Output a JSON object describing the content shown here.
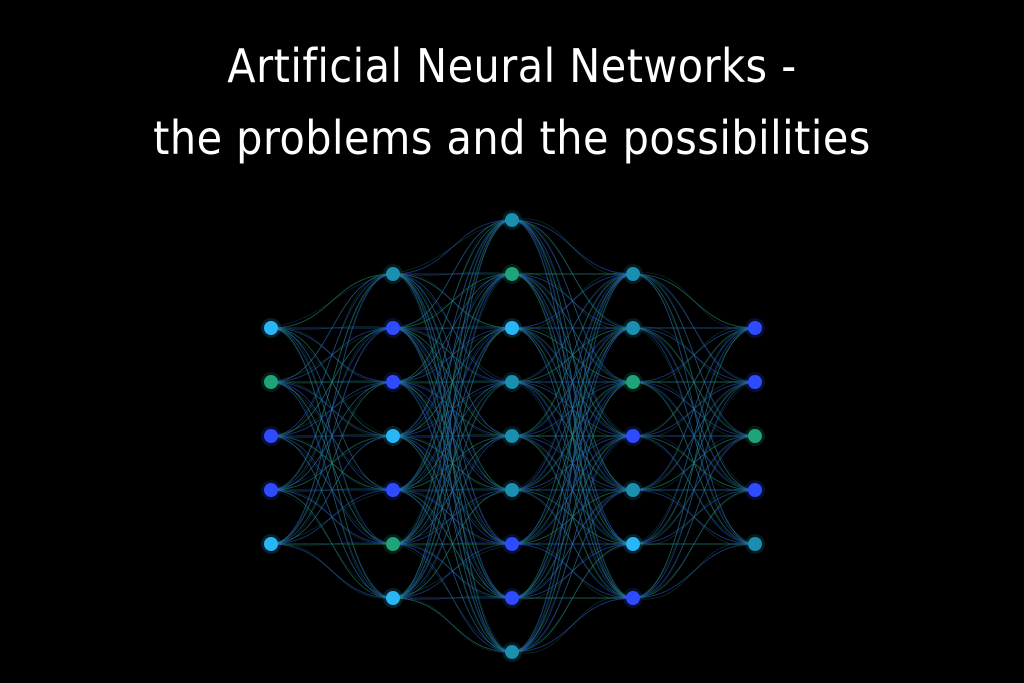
{
  "title": {
    "line1": "Artificial Neural Networks -",
    "line2": "the problems and the possibilities"
  },
  "colors": {
    "background": "#000000",
    "title_text": "#ffffff",
    "node_light_blue": "#29b6f6",
    "node_blue": "#2e4bff",
    "node_teal": "#1a8fb0",
    "node_green": "#1fa37a",
    "edge_blue": "#2d5bd6",
    "edge_green": "#1f9e6a"
  },
  "network": {
    "layers": [
      {
        "name": "input-layer",
        "nodes": [
          "light_blue",
          "green",
          "blue",
          "blue",
          "light_blue"
        ]
      },
      {
        "name": "hidden-layer-1",
        "nodes": [
          "teal",
          "blue",
          "blue",
          "light_blue",
          "blue",
          "green",
          "light_blue"
        ]
      },
      {
        "name": "hidden-layer-2",
        "nodes": [
          "teal",
          "green",
          "light_blue",
          "teal",
          "teal",
          "teal",
          "blue",
          "blue",
          "teal"
        ]
      },
      {
        "name": "hidden-layer-3",
        "nodes": [
          "teal",
          "teal",
          "green",
          "blue",
          "teal",
          "light_blue",
          "blue"
        ]
      },
      {
        "name": "output-layer",
        "nodes": [
          "blue",
          "blue",
          "green",
          "blue",
          "teal"
        ]
      }
    ]
  }
}
